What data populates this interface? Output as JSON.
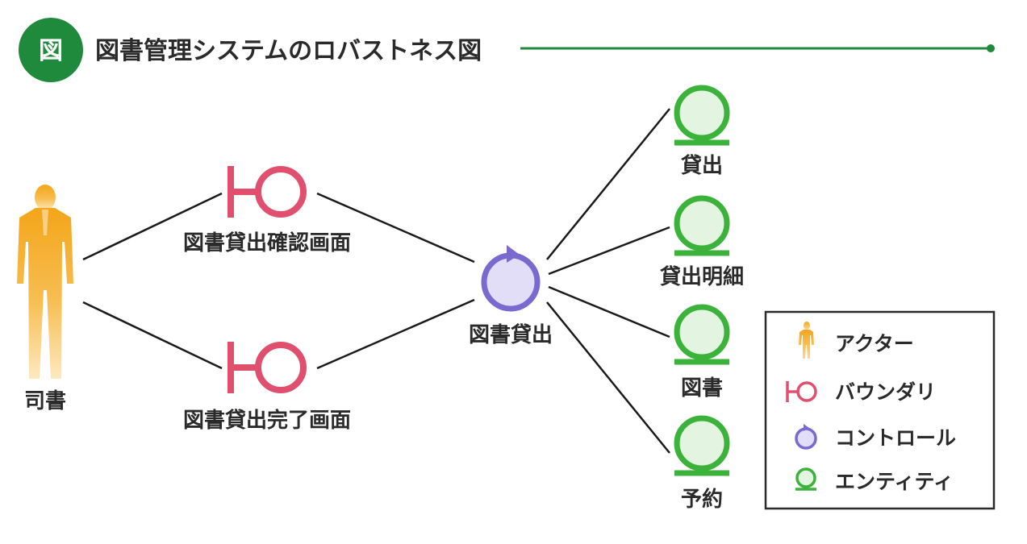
{
  "header": {
    "badge": "図",
    "title": "図書管理システムのロバストネス図"
  },
  "colors": {
    "header_green": "#1f8a3c",
    "actor": "#f5a81c",
    "boundary": "#e0506e",
    "control": "#7a6ad0",
    "control_fill": "#e2def7",
    "entity": "#3bb33b",
    "entity_fill": "#e3f5e0",
    "line": "#1a1a1a"
  },
  "nodes": {
    "actor": {
      "label": "司書",
      "icon": "actor-person-icon"
    },
    "boundary_confirm": {
      "label": "図書貸出確認画面",
      "icon": "boundary-icon"
    },
    "boundary_complete": {
      "label": "図書貸出完了画面",
      "icon": "boundary-icon"
    },
    "control_lending": {
      "label": "図書貸出",
      "icon": "control-icon"
    },
    "entity_lending": {
      "label": "貸出",
      "icon": "entity-icon"
    },
    "entity_lending_detail": {
      "label": "貸出明細",
      "icon": "entity-icon"
    },
    "entity_book": {
      "label": "図書",
      "icon": "entity-icon"
    },
    "entity_reservation": {
      "label": "予約",
      "icon": "entity-icon"
    }
  },
  "legend": {
    "items": [
      {
        "label": "アクター",
        "icon": "actor-person-icon"
      },
      {
        "label": "バウンダリ",
        "icon": "boundary-icon"
      },
      {
        "label": "コントロール",
        "icon": "control-icon"
      },
      {
        "label": "エンティティ",
        "icon": "entity-icon"
      }
    ]
  }
}
